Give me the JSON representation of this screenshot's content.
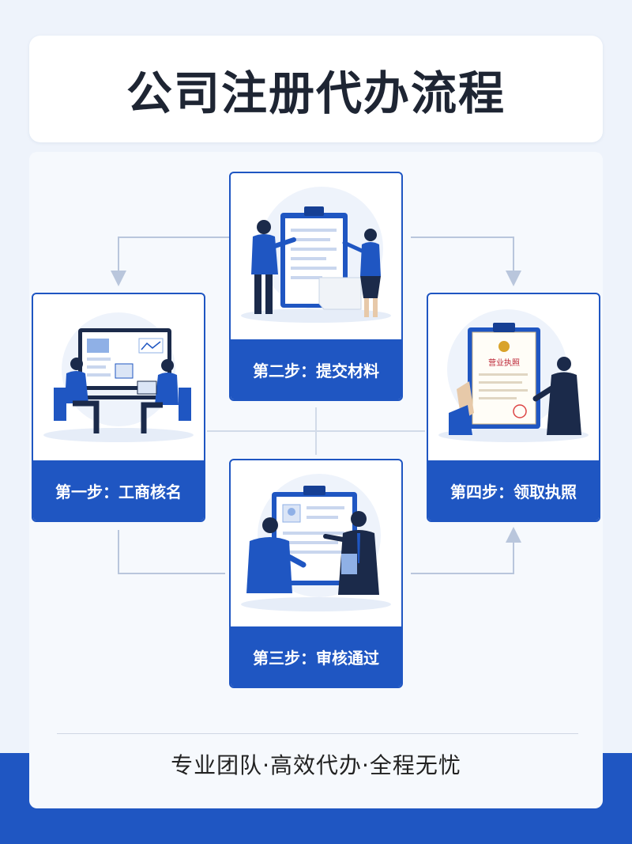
{
  "title": "公司注册代办流程",
  "steps": [
    {
      "label": "第一步：工商核名",
      "illustration": "meeting-at-computer"
    },
    {
      "label": "第二步：提交材料",
      "illustration": "presenting-documents"
    },
    {
      "label": "第三步：审核通过",
      "illustration": "reviewing-documents"
    },
    {
      "label": "第四步：领取执照",
      "illustration": "business-license"
    }
  ],
  "license_text": "营业执照",
  "footer": "专业团队·高效代办·全程无忧",
  "colors": {
    "accent": "#1f56c2",
    "background": "#eef3fb",
    "title": "#1e2533",
    "connector": "#b9c6dc"
  }
}
